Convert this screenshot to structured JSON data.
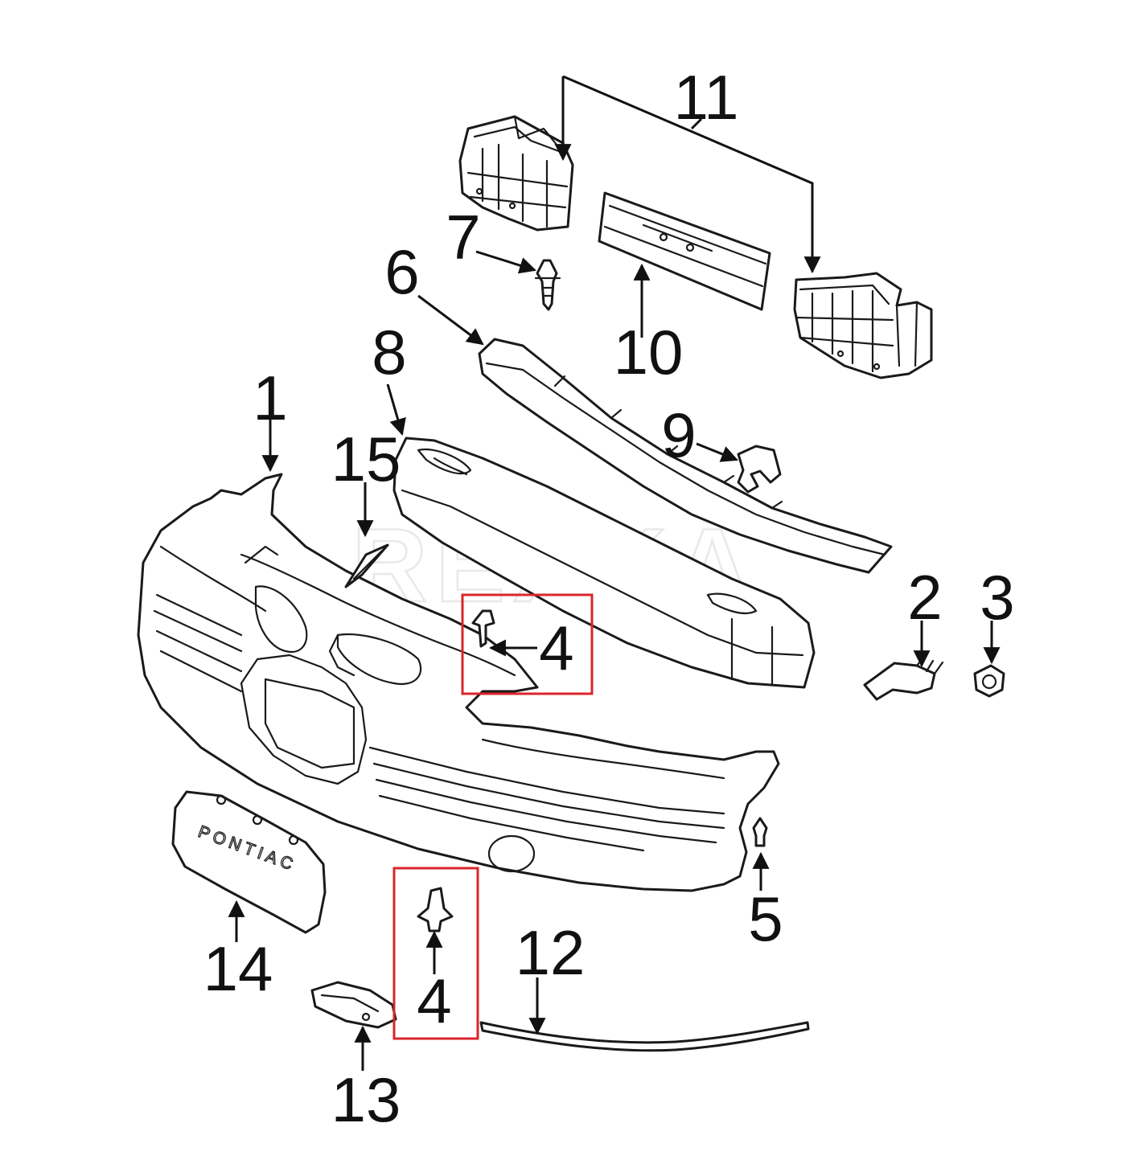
{
  "watermark": "REXKA",
  "emblem_text": "PONTIAC",
  "highlight_color": "#d9262c",
  "callouts": [
    "1",
    "2",
    "3",
    "4",
    "4",
    "5",
    "6",
    "7",
    "8",
    "9",
    "10",
    "11",
    "12",
    "13",
    "14",
    "15"
  ],
  "highlighted_part": "4",
  "parts": [
    {
      "number": "1",
      "name": "bumper-cover"
    },
    {
      "number": "2",
      "name": "bracket"
    },
    {
      "number": "3",
      "name": "nut"
    },
    {
      "number": "4",
      "name": "push-pin-retainer",
      "highlighted": true
    },
    {
      "number": "5",
      "name": "bolt"
    },
    {
      "number": "6",
      "name": "reinforcement-bar"
    },
    {
      "number": "7",
      "name": "bolt"
    },
    {
      "number": "8",
      "name": "energy-absorber"
    },
    {
      "number": "9",
      "name": "clip"
    },
    {
      "number": "10",
      "name": "license-bracket-plate"
    },
    {
      "number": "11",
      "name": "mounting-brackets"
    },
    {
      "number": "12",
      "name": "molding-strip"
    },
    {
      "number": "13",
      "name": "fog-lamp-cover"
    },
    {
      "number": "14",
      "name": "emblem-plate"
    },
    {
      "number": "15",
      "name": "emblem"
    }
  ]
}
